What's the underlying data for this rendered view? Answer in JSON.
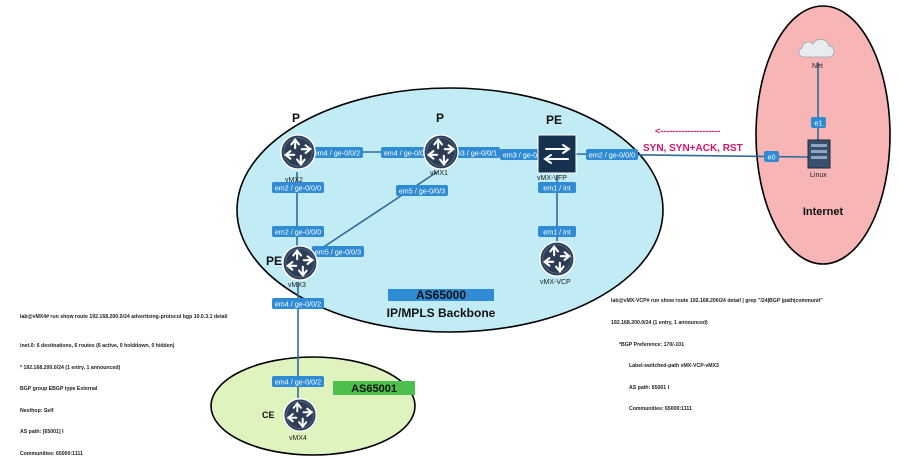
{
  "colors": {
    "backbone_fill": "#c2ecf5",
    "customer_fill": "#dff3bf",
    "internet_fill": "#f7b5b5",
    "router_fill": "#2c3d55",
    "label_box_fill": "#2f8bd4",
    "syn_text": "#d6156f",
    "vfp_fill": "#17324f"
  },
  "nodes": {
    "vmx2": {
      "name": "vMX2",
      "role": "P",
      "icon": "router-icon"
    },
    "vmx1": {
      "name": "vMX1",
      "role": "P",
      "icon": "router-icon"
    },
    "vmx3": {
      "name": "vMX3",
      "role": "PE",
      "icon": "router-icon"
    },
    "vmx_vfp": {
      "name": "vMX-VFP",
      "role": "PE",
      "icon": "switch-icon"
    },
    "vmx_vcp": {
      "name": "vMX-VCP",
      "icon": "router-icon"
    },
    "vmx4": {
      "name": "vMX4",
      "role": "CE",
      "icon": "router-icon"
    },
    "linux": {
      "name": "Linux",
      "icon": "server-icon"
    },
    "net": {
      "name": "Net",
      "icon": "cloud-icon"
    }
  },
  "interfaces": {
    "vmx2_east": "em4 / ge-0/0/2",
    "vmx1_west": "em4 / ge-0/0/2",
    "vmx1_east": "em3 / ge-0/0/1",
    "vfp_west": "em3 / ge-0/0/1",
    "vfp_east": "em2 / ge-0/0/0",
    "linux_e0": "e0",
    "linux_e1": "e1",
    "vmx2_south": "em2 / ge-0/0/0",
    "vmx3_north": "em2 / ge-0/0/0",
    "vmx1_south": "em5 / ge-0/0/3",
    "vmx3_east": "em5 / ge-0/0/3",
    "vfp_int": "em1 / int",
    "vcp_int": "em1 / int",
    "vmx3_south": "em4 / ge-0/0/2",
    "vmx4_north": "em4 / ge-0/0/2"
  },
  "regions": {
    "backbone_as": "AS65000",
    "backbone_desc": "IP/MPLS Backbone",
    "customer_as": "AS65001",
    "internet": "Internet"
  },
  "flow": {
    "arrow": "<--------------------",
    "label": "SYN, SYN+ACK, RST"
  },
  "cli_left": {
    "prompt": "lab@vMX4# run show route 192.168.200.0/24 advertising-protocol bgp 10.0.3.1 detail",
    "lines": [
      "inet.0: 6 destinations, 6 routes (6 active, 0 holddown, 0 hidden)",
      "* 192.168.200.0/24 (1 entry, 1 announced)",
      "BGP group EBGP type External",
      "Nexthop: Self",
      "AS path: [65001] I",
      "Communities: 65000:1111"
    ]
  },
  "cli_right": {
    "prompt": "lab@vMX-VCP# run show route 192.168.200/24 detail | grep \"/24|BGP |path|communit\"",
    "l1": "192.168.200.0/24 (1 entry, 1 announced)",
    "l2": "*BGP Preference: 170/-101",
    "l3": "Label-switched-path vMX-VCP-vMX3",
    "l4": "AS path: 65001 I",
    "l5": "Communities: 65000:1111"
  }
}
